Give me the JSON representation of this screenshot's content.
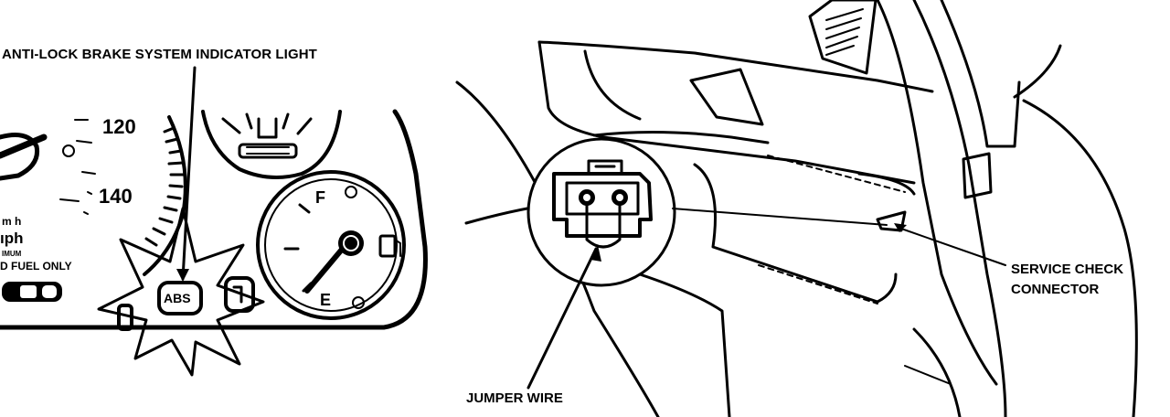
{
  "labels": {
    "abs_indicator_title": "ANTI-LOCK BRAKE SYSTEM INDICATOR LIGHT",
    "abs_lamp": "ABS",
    "service_check_line1": "SERVICE CHECK",
    "service_check_line2": "CONNECTOR",
    "jumper_wire": "JUMPER WIRE"
  },
  "gauge_cluster": {
    "speed_120": "120",
    "speed_140": "140",
    "fuel_full": "F",
    "fuel_empty": "E",
    "unit_1": "m h",
    "unit_2": "ıph",
    "unit_3": "IMUM",
    "unit_4": "D FUEL ONLY"
  }
}
